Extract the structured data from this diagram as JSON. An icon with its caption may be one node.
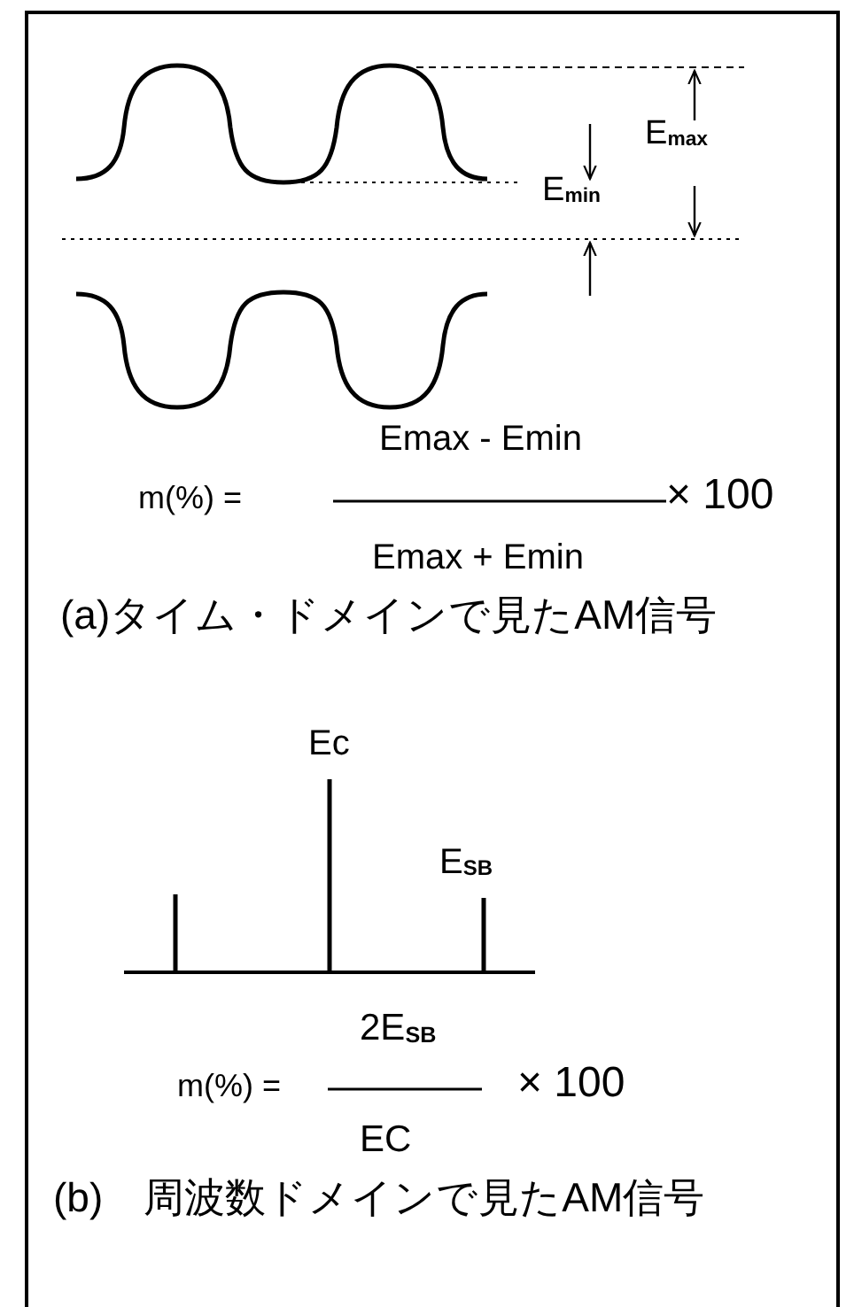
{
  "diagram": {
    "labels": [
      "E$_{max}$",
      "E$_{min}$",
      "Emax - Emin",
      "m(%) =",
      "× 100",
      "Emax + Emin",
      "(a)タイム・ドメインで見たAM信号",
      "Ec",
      "E$_{SB}$",
      "2E$_{SB}$",
      "m(%) =",
      "× 100",
      "EC",
      "(b)　周波数ドメインで見たAM信号"
    ]
  }
}
